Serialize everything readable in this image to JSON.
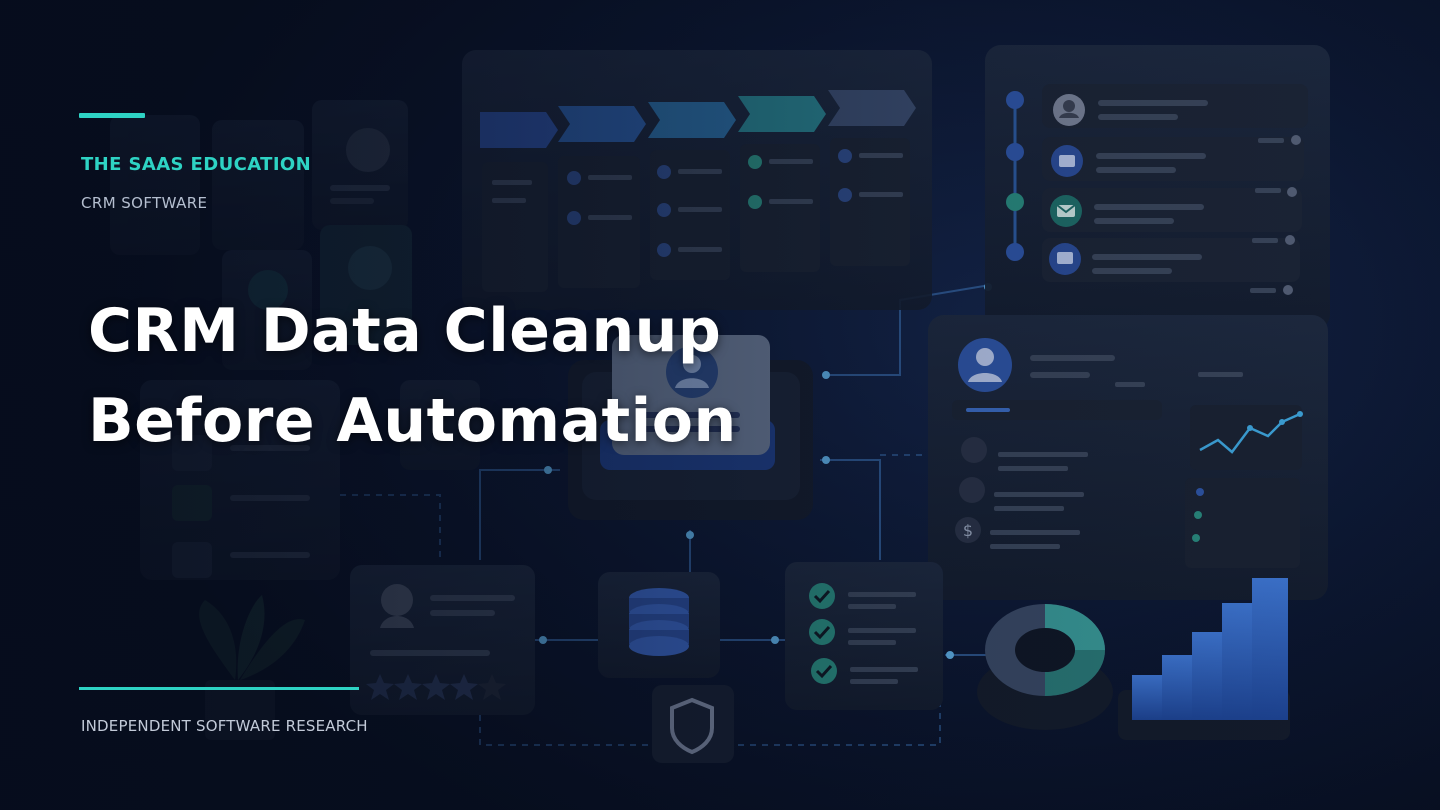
{
  "brand": {
    "name": "THE SAAS EDUCATION",
    "category": "CRM SOFTWARE"
  },
  "headline": {
    "line1": "CRM Data Cleanup",
    "line2": "Before Automation"
  },
  "footer": {
    "text": "INDEPENDENT SOFTWARE RESEARCH"
  },
  "colors": {
    "accent": "#2ed3c4",
    "background": "#0a1328",
    "headline": "#ffffff"
  },
  "icons": [
    "user-icon",
    "briefcase-icon",
    "mail-icon",
    "chat-icon",
    "building-icon",
    "dollar-icon",
    "phone-icon",
    "database-icon",
    "shield-icon",
    "checkmark-icon",
    "star-icon",
    "plant-icon"
  ]
}
